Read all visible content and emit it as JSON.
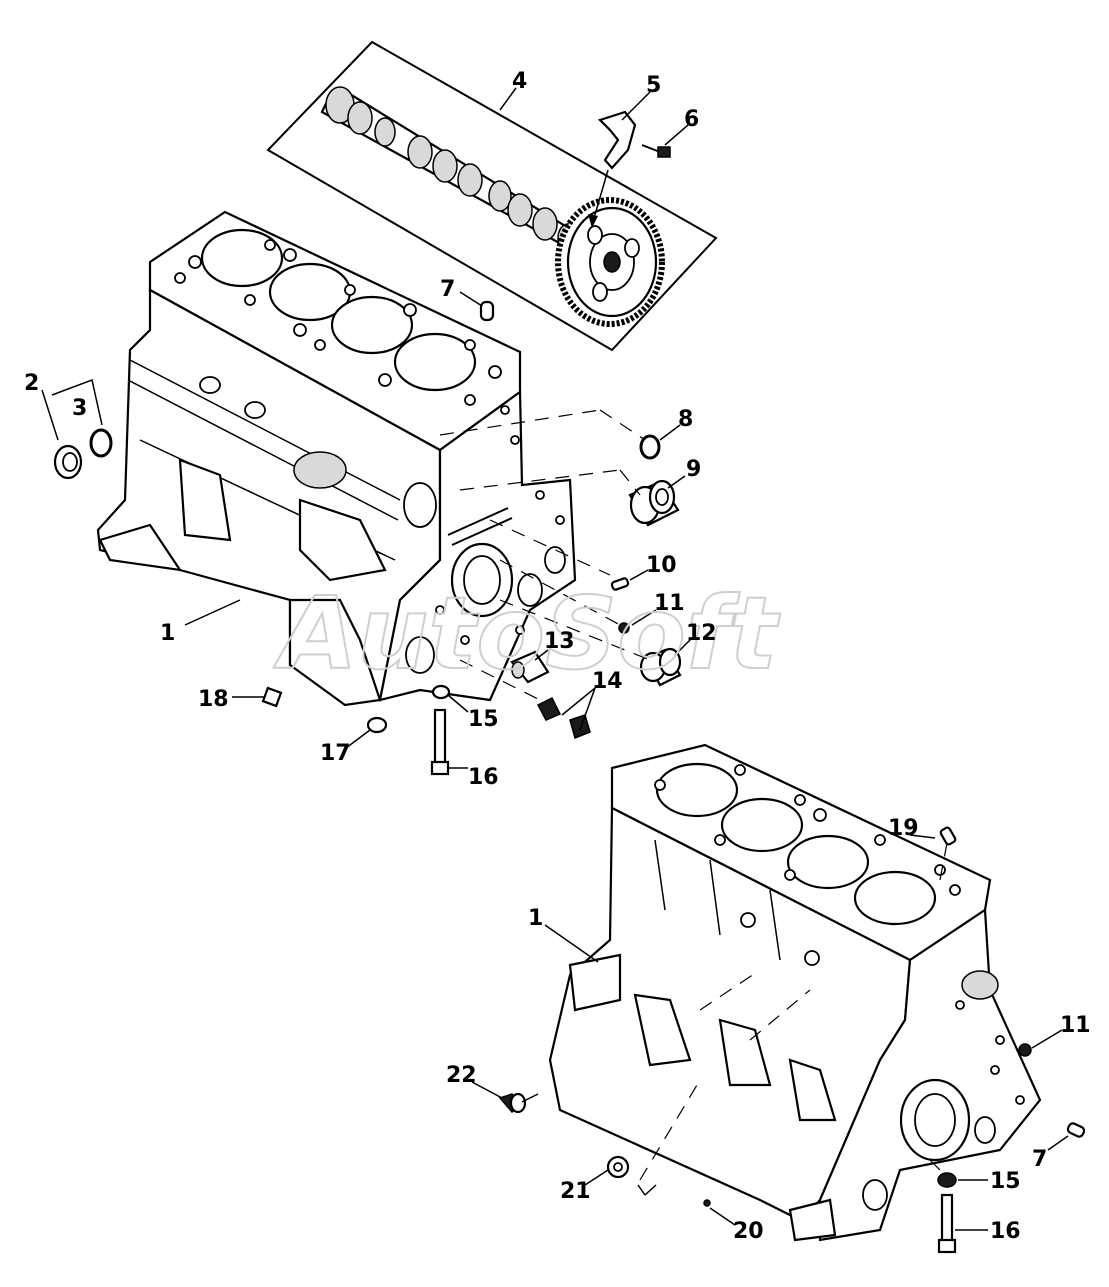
{
  "watermark": "AutoSoft",
  "callouts": {
    "c1_top": "1",
    "c2": "2",
    "c3": "3",
    "c4": "4",
    "c5": "5",
    "c6": "6",
    "c7_top": "7",
    "c8": "8",
    "c9": "9",
    "c10": "10",
    "c11_top": "11",
    "c12": "12",
    "c13": "13",
    "c14": "14",
    "c15_top": "15",
    "c16_top": "16",
    "c17": "17",
    "c18": "18",
    "c1_bottom": "1",
    "c19": "19",
    "c11_bottom": "11",
    "c7_bottom": "7",
    "c15_bottom": "15",
    "c16_bottom": "16",
    "c20": "20",
    "c21": "21",
    "c22": "22"
  },
  "colors": {
    "line": "#000000",
    "watermark": "#cfcfcf",
    "background": "#ffffff"
  }
}
